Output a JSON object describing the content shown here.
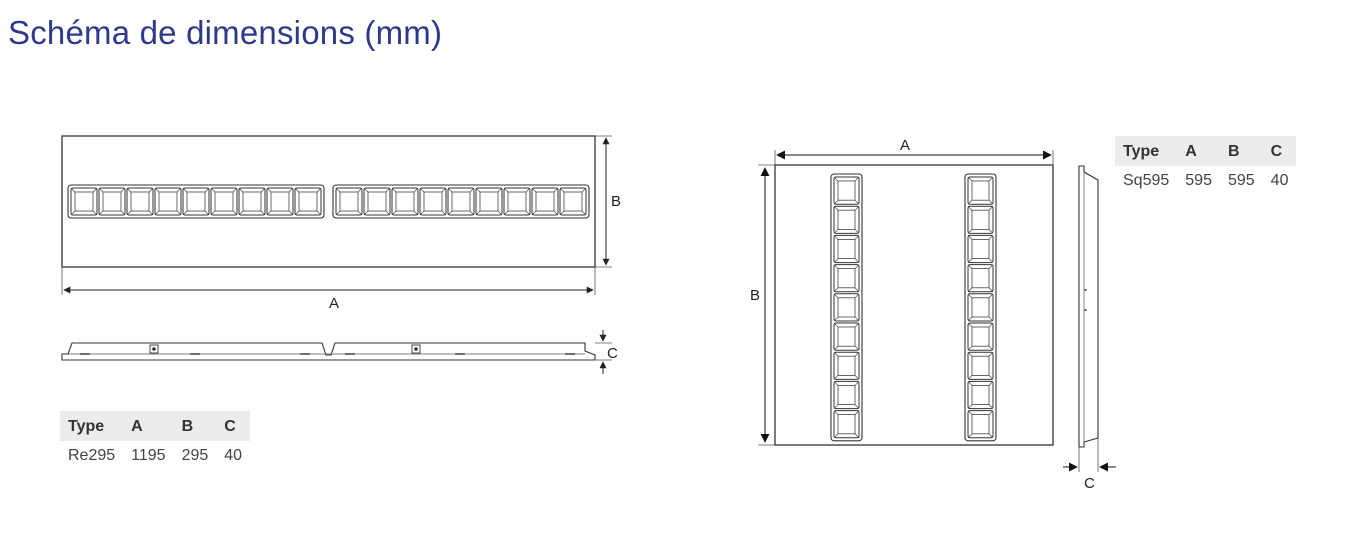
{
  "page": {
    "title": "Schéma de dimensions (mm)",
    "accent_color": "#2d3a8c",
    "line_color": "#222222"
  },
  "rect_luminaire": {
    "dim_a_label": "A",
    "dim_b_label": "B",
    "dim_c_label": "C",
    "louver_cells_per_row": 9,
    "louver_rows": 2,
    "table": {
      "headers": [
        "Type",
        "A",
        "B",
        "C"
      ],
      "rows": [
        [
          "Re295",
          "1195",
          "295",
          "40"
        ]
      ]
    }
  },
  "square_luminaire": {
    "dim_a_label": "A",
    "dim_b_label": "B",
    "dim_c_label": "C",
    "louver_cells_per_column": 9,
    "louver_columns": 2,
    "table": {
      "headers": [
        "Type",
        "A",
        "B",
        "C"
      ],
      "rows": [
        [
          "Sq595",
          "595",
          "595",
          "40"
        ]
      ]
    }
  }
}
